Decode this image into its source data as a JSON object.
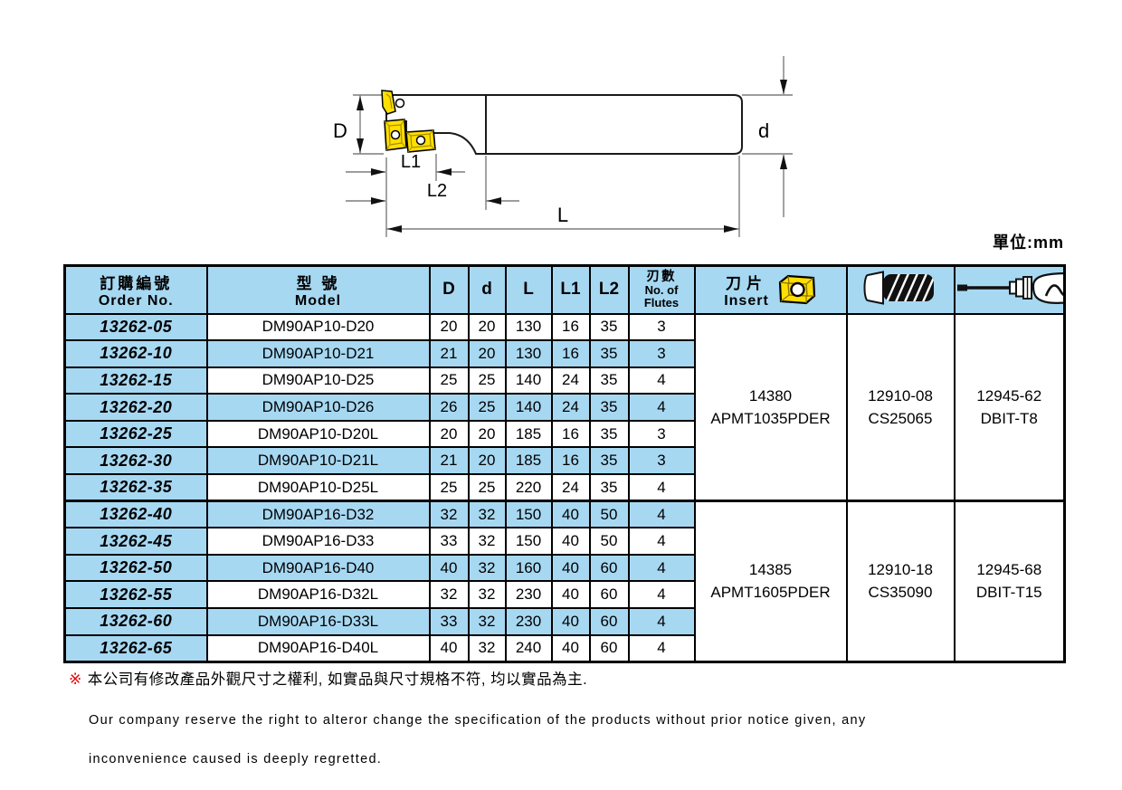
{
  "unit_label": "單位:mm",
  "diagram": {
    "labels": {
      "D": "D",
      "d": "d",
      "L1": "L1",
      "L2": "L2",
      "L": "L"
    }
  },
  "table": {
    "headers": {
      "order_zh": "訂購編號",
      "order_en": "Order No.",
      "model_zh": "型 號",
      "model_en": "Model",
      "dims": [
        "D",
        "d",
        "L",
        "L1",
        "L2"
      ],
      "flutes_zh": "刃數",
      "flutes_en1": "No. of",
      "flutes_en2": "Flutes",
      "insert_zh": "刀片",
      "insert_en": "Insert",
      "insert_icon": "apmt-insert-icon",
      "screw_icon": "countersunk-screw-icon",
      "driver_icon": "torx-driver-icon"
    },
    "rows": [
      {
        "order": "13262-05",
        "model": "DM90AP10-D20",
        "D": "20",
        "d": "20",
        "L": "130",
        "L1": "16",
        "L2": "35",
        "flutes": "3"
      },
      {
        "order": "13262-10",
        "model": "DM90AP10-D21",
        "D": "21",
        "d": "20",
        "L": "130",
        "L1": "16",
        "L2": "35",
        "flutes": "3"
      },
      {
        "order": "13262-15",
        "model": "DM90AP10-D25",
        "D": "25",
        "d": "25",
        "L": "140",
        "L1": "24",
        "L2": "35",
        "flutes": "4"
      },
      {
        "order": "13262-20",
        "model": "DM90AP10-D26",
        "D": "26",
        "d": "25",
        "L": "140",
        "L1": "24",
        "L2": "35",
        "flutes": "4"
      },
      {
        "order": "13262-25",
        "model": "DM90AP10-D20L",
        "D": "20",
        "d": "20",
        "L": "185",
        "L1": "16",
        "L2": "35",
        "flutes": "3"
      },
      {
        "order": "13262-30",
        "model": "DM90AP10-D21L",
        "D": "21",
        "d": "20",
        "L": "185",
        "L1": "16",
        "L2": "35",
        "flutes": "3"
      },
      {
        "order": "13262-35",
        "model": "DM90AP10-D25L",
        "D": "25",
        "d": "25",
        "L": "220",
        "L1": "24",
        "L2": "35",
        "flutes": "4"
      },
      {
        "order": "13262-40",
        "model": "DM90AP16-D32",
        "D": "32",
        "d": "32",
        "L": "150",
        "L1": "40",
        "L2": "50",
        "flutes": "4"
      },
      {
        "order": "13262-45",
        "model": "DM90AP16-D33",
        "D": "33",
        "d": "32",
        "L": "150",
        "L1": "40",
        "L2": "50",
        "flutes": "4"
      },
      {
        "order": "13262-50",
        "model": "DM90AP16-D40",
        "D": "40",
        "d": "32",
        "L": "160",
        "L1": "40",
        "L2": "60",
        "flutes": "4"
      },
      {
        "order": "13262-55",
        "model": "DM90AP16-D32L",
        "D": "32",
        "d": "32",
        "L": "230",
        "L1": "40",
        "L2": "60",
        "flutes": "4"
      },
      {
        "order": "13262-60",
        "model": "DM90AP16-D33L",
        "D": "33",
        "d": "32",
        "L": "230",
        "L1": "40",
        "L2": "60",
        "flutes": "4"
      },
      {
        "order": "13262-65",
        "model": "DM90AP16-D40L",
        "D": "40",
        "d": "32",
        "L": "240",
        "L1": "40",
        "L2": "60",
        "flutes": "4"
      }
    ],
    "groups": [
      {
        "row_count": 7,
        "insert1": "14380",
        "insert2": "APMT1035PDER",
        "screw1": "12910-08",
        "screw2": "CS25065",
        "driver1": "12945-62",
        "driver2": "DBIT-T8"
      },
      {
        "row_count": 6,
        "insert1": "14385",
        "insert2": "APMT1605PDER",
        "screw1": "12910-18",
        "screw2": "CS35090",
        "driver1": "12945-68",
        "driver2": "DBIT-T15"
      }
    ]
  },
  "footnote": {
    "mark": "※",
    "zh": "本公司有修改產品外觀尺寸之權利, 如實品與尺寸規格不符, 均以實品為主.",
    "en1": "Our company reserve the right to alteror change the specification of the products without prior notice given, any",
    "en2": "inconvenience caused is deeply regretted."
  },
  "colors": {
    "row_blue": "#a7d8f2",
    "insert_yellow": "#ffdf00",
    "note_mark_red": "#e60000"
  }
}
